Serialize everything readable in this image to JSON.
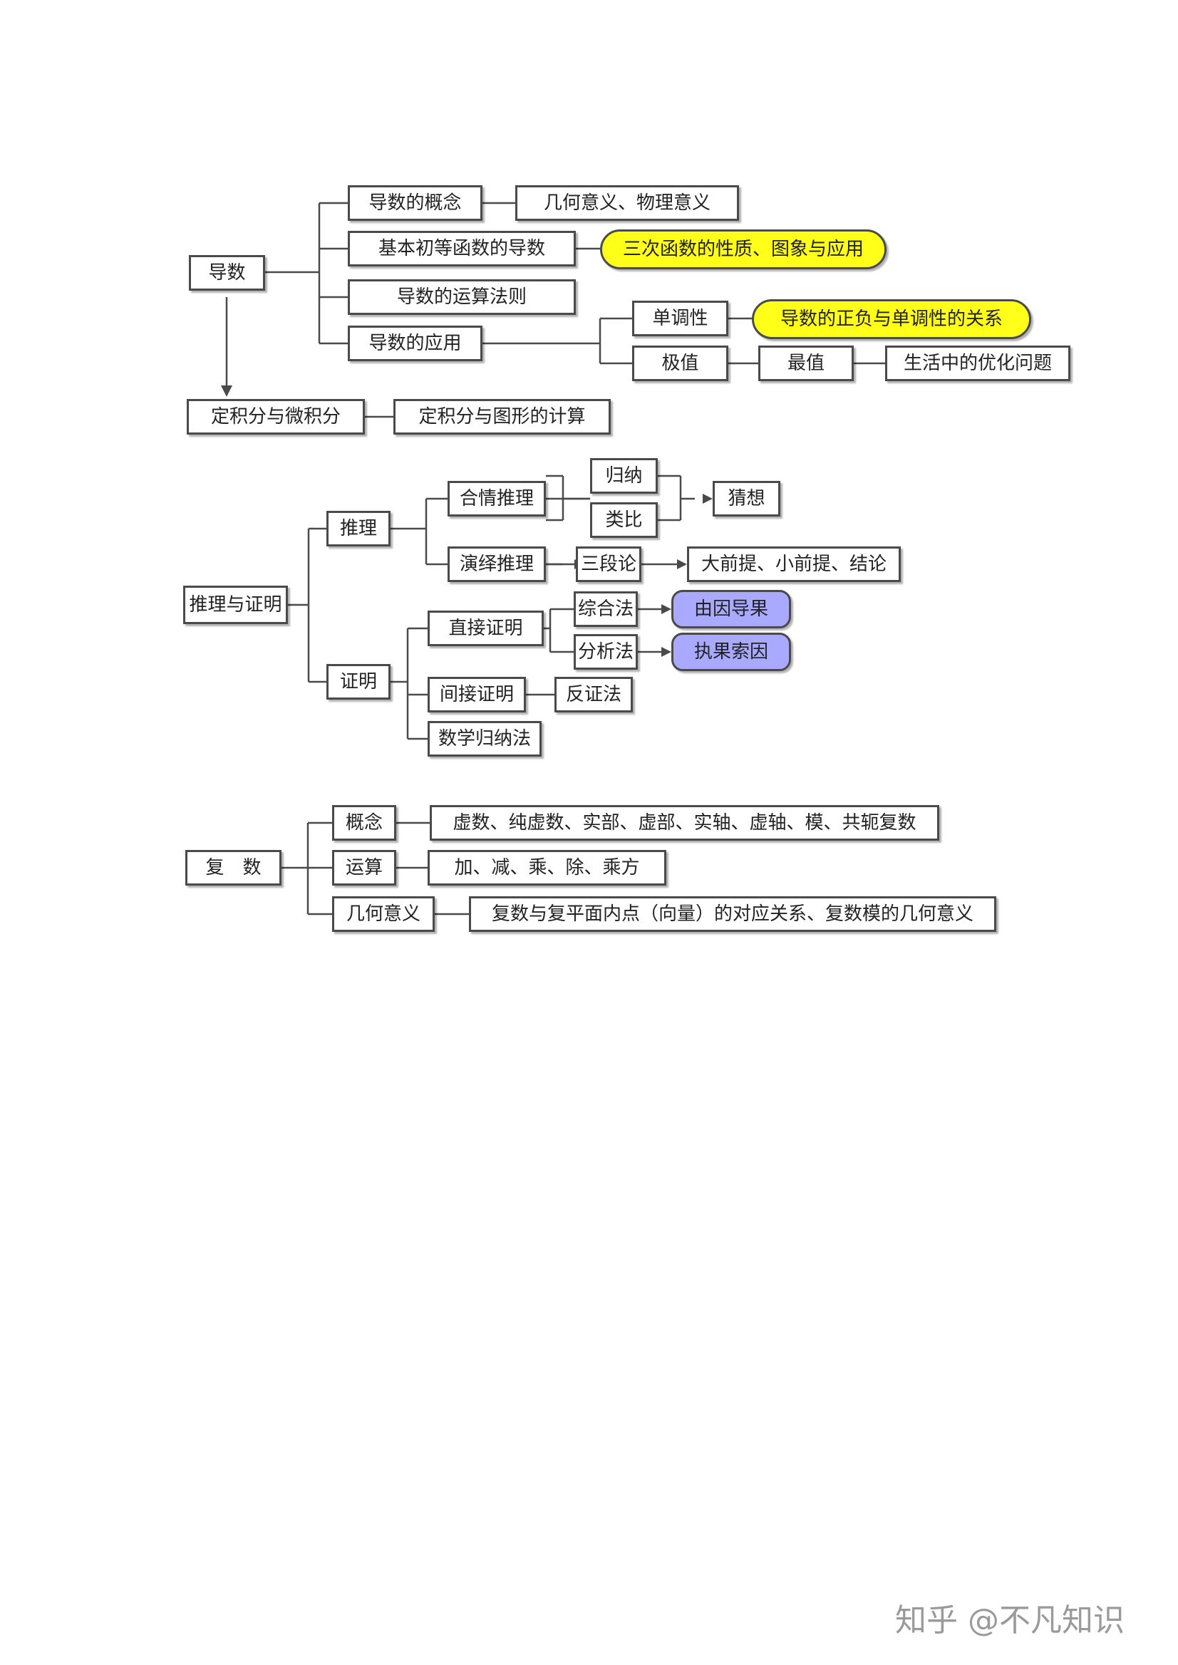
{
  "colors": {
    "line": "#4a4a4a",
    "yellow": "#ffff19",
    "purple": "#a9a9ff"
  },
  "section1": {
    "root": "导数",
    "concept": "导数的概念",
    "meaning": "几何意义、物理意义",
    "basic": "基本初等函数的导数",
    "cubic": "三次函数的性质、图象与应用",
    "rules": "导数的运算法则",
    "application": "导数的应用",
    "monotonic": "单调性",
    "sign_relation": "导数的正负与单调性的关系",
    "extreme": "极值",
    "max": "最值",
    "optimization": "生活中的优化问题",
    "integral": "定积分与微积分",
    "integral_area": "定积分与图形的计算"
  },
  "section2": {
    "root": "推理与证明",
    "reasoning": "推理",
    "plausible": "合情推理",
    "induction": "归纳",
    "analogy": "类比",
    "conjecture": "猜想",
    "deductive": "演绎推理",
    "syllogism": "三段论",
    "premises": "大前提、小前提、结论",
    "proof": "证明",
    "direct": "直接证明",
    "synthetic": "综合法",
    "cause_effect": "由因导果",
    "analytic": "分析法",
    "effect_cause": "执果索因",
    "indirect": "间接证明",
    "contradiction": "反证法",
    "induction_math": "数学归纳法"
  },
  "section3": {
    "root": "复　数",
    "concept": "概念",
    "concept_items": "虚数、纯虚数、实部、虚部、实轴、虚轴、模、共轭复数",
    "operation": "运算",
    "operation_items": "加、减、乘、除、乘方",
    "geometric": "几何意义",
    "geometric_items": "复数与复平面内点（向量）的对应关系、复数模的几何意义"
  },
  "watermark": "知乎 @不凡知识"
}
